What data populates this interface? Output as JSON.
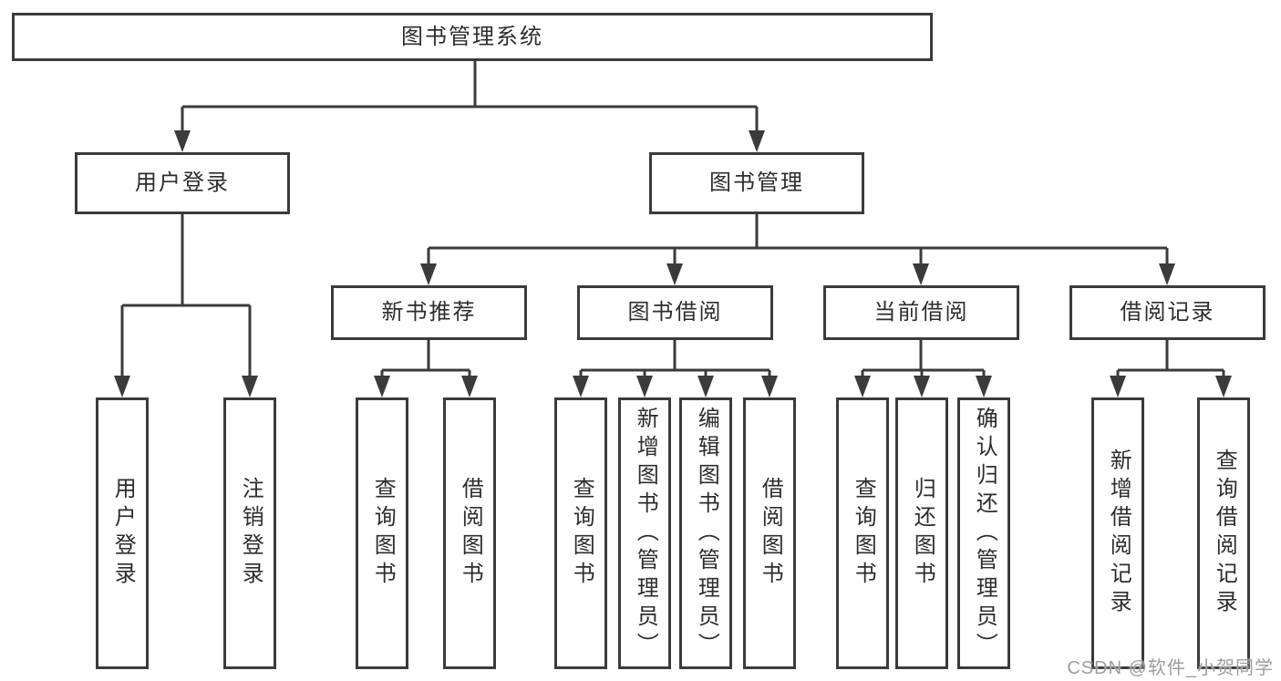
{
  "diagram": {
    "root": {
      "label": "图书管理系统"
    },
    "branches": [
      {
        "label": "用户登录",
        "children": [
          {
            "label": "用户登录"
          },
          {
            "label": "注销登录"
          }
        ]
      },
      {
        "label": "图书管理",
        "children": [
          {
            "label": "新书推荐",
            "children": [
              {
                "label": "查询图书"
              },
              {
                "label": "借阅图书"
              }
            ]
          },
          {
            "label": "图书借阅",
            "children": [
              {
                "label": "查询图书"
              },
              {
                "label": "新增图书（管理员）"
              },
              {
                "label": "编辑图书（管理员）"
              },
              {
                "label": "借阅图书"
              }
            ]
          },
          {
            "label": "当前借阅",
            "children": [
              {
                "label": "查询图书"
              },
              {
                "label": "归还图书"
              },
              {
                "label": "确认归还（管理员）"
              }
            ]
          },
          {
            "label": "借阅记录",
            "children": [
              {
                "label": "新增借阅记录"
              },
              {
                "label": "查询借阅记录"
              }
            ]
          }
        ]
      }
    ]
  },
  "watermark": {
    "text": "CSDN @软件_小贺同学"
  },
  "colors": {
    "line": "#3b3b3b",
    "text": "#2d2d2d",
    "box_background": "#ffffff",
    "page_background": "#ffffff",
    "watermark": "#9e9e9e"
  }
}
